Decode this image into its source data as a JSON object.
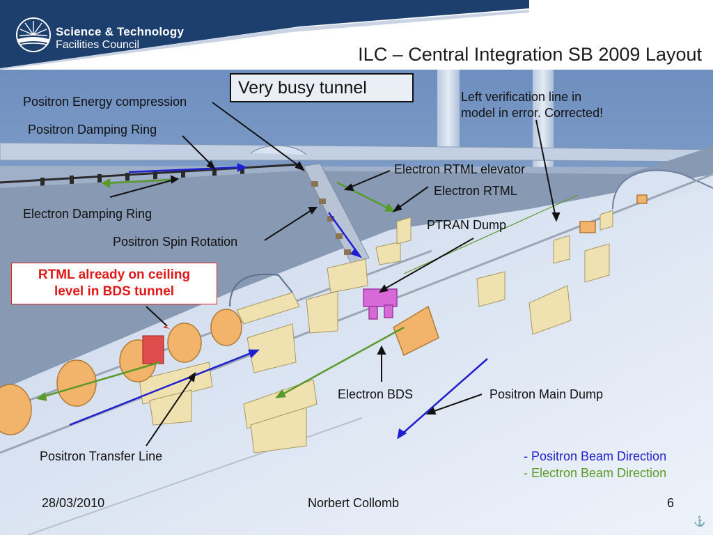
{
  "header": {
    "org_name": "Science & Technology",
    "org_sub": "Facilities Council",
    "title": "ILC – Central Integration SB 2009 Layout"
  },
  "callouts": {
    "very_busy_tunnel": "Very busy tunnel",
    "positron_energy_compression": "Positron Energy compression",
    "positron_damping_ring": "Positron Damping Ring",
    "electron_damping_ring": "Electron Damping Ring",
    "positron_spin_rotation": "Positron Spin Rotation",
    "electron_rtml_elevator": "Electron RTML elevator",
    "electron_rtml": "Electron RTML",
    "ptran_dump": "PTRAN Dump",
    "left_verification_1": "Left verification line in",
    "left_verification_2": "model in error. Corrected!",
    "rtml_ceiling_1": "RTML already on ceiling",
    "rtml_ceiling_2": "level in BDS tunnel",
    "electron_bds": "Electron BDS",
    "positron_main_dump": "Positron Main Dump",
    "positron_transfer_line": "Positron Transfer Line"
  },
  "legend": {
    "positron": "- Positron Beam Direction",
    "electron": "- Electron Beam Direction"
  },
  "footer": {
    "date": "28/03/2010",
    "author": "Norbert Collomb",
    "page": "6"
  },
  "colors": {
    "header_navy": "#1c3f6e",
    "positron_arrow": "#1f1fd0",
    "electron_arrow": "#5a9a2a",
    "note_red": "#e01818"
  }
}
